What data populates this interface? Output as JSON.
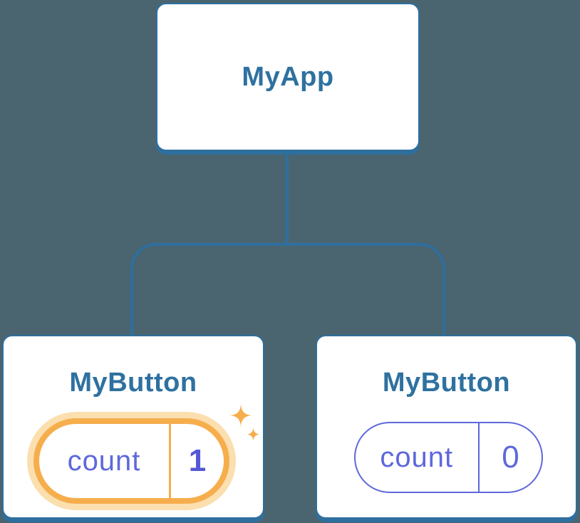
{
  "theme": {
    "bg": "#4A6570",
    "line": "#2E6F9E",
    "title": "#2E71A0",
    "purple": "#5E68DB",
    "purple_bold": "#5458D6",
    "orange": "#F6AE4D",
    "orange_halo": "#FBDFAF",
    "card_bg": "#FFFFFF"
  },
  "tree": {
    "root": {
      "label": "MyApp"
    },
    "children": [
      {
        "label": "MyButton",
        "state_key": "count",
        "state_value": "1",
        "highlighted": true,
        "icon": "sparkle-icon"
      },
      {
        "label": "MyButton",
        "state_key": "count",
        "state_value": "0",
        "highlighted": false
      }
    ]
  }
}
